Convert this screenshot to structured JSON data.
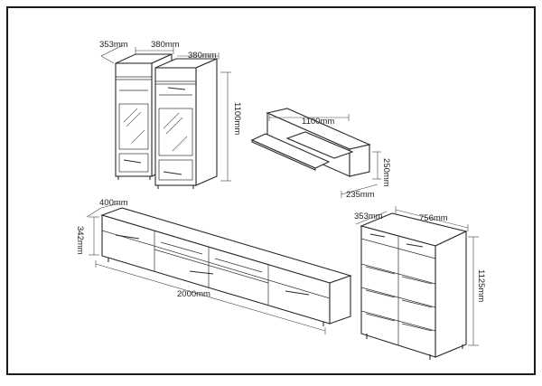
{
  "labels": {
    "vitrine_depth": "353mm",
    "vitrine1_width": "380mm",
    "vitrine2_width": "380mm",
    "vitrine_height": "1100mm",
    "shelf_width": "1100mm",
    "shelf_height": "250mm",
    "shelf_depth": "235mm",
    "tv_depth": "400mm",
    "tv_height": "342mm",
    "tv_width": "2000mm",
    "dresser_depth": "353mm",
    "dresser_width": "756mm",
    "dresser_height": "1125mm"
  },
  "colors": {
    "line": "#2a2a2a",
    "frame": "#1a1a1a",
    "background": "#ffffff"
  }
}
